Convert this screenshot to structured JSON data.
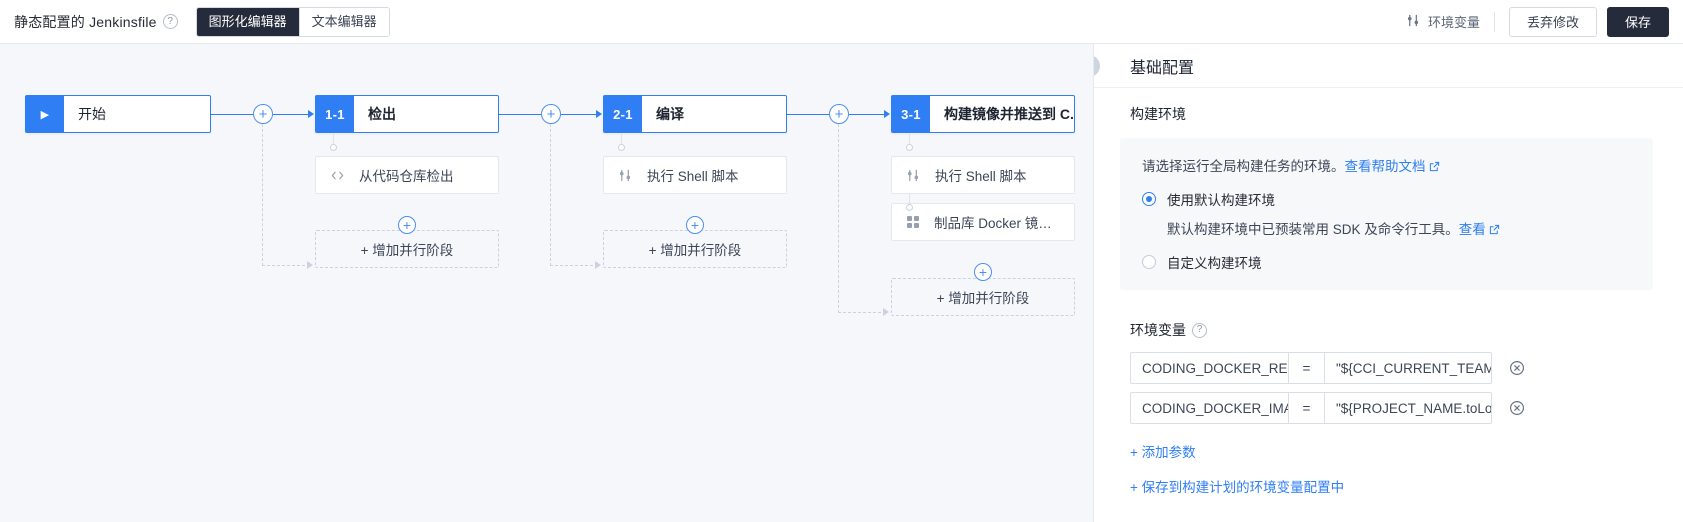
{
  "header": {
    "title": "静态配置的 Jenkinsfile",
    "help_icon": "question-mark-icon",
    "tabs": [
      {
        "label": "图形化编辑器",
        "active": true
      },
      {
        "label": "文本编辑器",
        "active": false
      }
    ],
    "env_button": {
      "label": "环境变量",
      "icon": "sliders-icon"
    },
    "discard_label": "丢弃修改",
    "save_label": "保存"
  },
  "canvas": {
    "start_stage": {
      "badge": "▶",
      "title": "开始"
    },
    "stages": [
      {
        "badge": "1-1",
        "title": "检出",
        "jobs": [
          {
            "icon": "code-icon",
            "label": "从代码仓库检出"
          }
        ],
        "parallel_label": "+ 增加并行阶段"
      },
      {
        "badge": "2-1",
        "title": "编译",
        "jobs": [
          {
            "icon": "sliders-icon",
            "label": "执行 Shell 脚本"
          }
        ],
        "parallel_label": "+ 增加并行阶段"
      },
      {
        "badge": "3-1",
        "title": "构建镜像并推送到 C...",
        "jobs": [
          {
            "icon": "sliders-icon",
            "label": "执行 Shell 脚本"
          },
          {
            "icon": "grid-icon",
            "label": "制品库 Docker 镜像上..."
          }
        ],
        "parallel_label": "+ 增加并行阶段"
      }
    ],
    "add_symbol": "+"
  },
  "panel": {
    "close_icon": "close-icon",
    "title": "基础配置",
    "build_env": {
      "section_label": "构建环境",
      "description": "请选择运行全局构建任务的环境。",
      "help_link": "查看帮助文档",
      "options": [
        {
          "label": "使用默认构建环境",
          "checked": true
        },
        {
          "label": "自定义构建环境",
          "checked": false
        }
      ],
      "note": "默认构建环境中已预装常用 SDK 及命令行工具。",
      "note_link": "查看"
    },
    "env_vars": {
      "label": "环境变量",
      "help_icon": "question-mark-icon",
      "equals": "=",
      "rows": [
        {
          "key": "CODING_DOCKER_REG_H",
          "value": "\"${CCI_CURRENT_TEAM}-(",
          "delete_icon": "delete-circle-icon"
        },
        {
          "key": "CODING_DOCKER_IMAGE",
          "value": "\"${PROJECT_NAME.toLow",
          "delete_icon": "delete-circle-icon"
        }
      ],
      "add_param_label": "+ 添加参数",
      "save_plan_label": "+ 保存到构建计划的环境变量配置中"
    }
  },
  "colors": {
    "accent": "#2f7ef4",
    "dark": "#252b3a",
    "canvas_bg": "#f5f7fa",
    "card_bg": "#f6f8fa"
  }
}
